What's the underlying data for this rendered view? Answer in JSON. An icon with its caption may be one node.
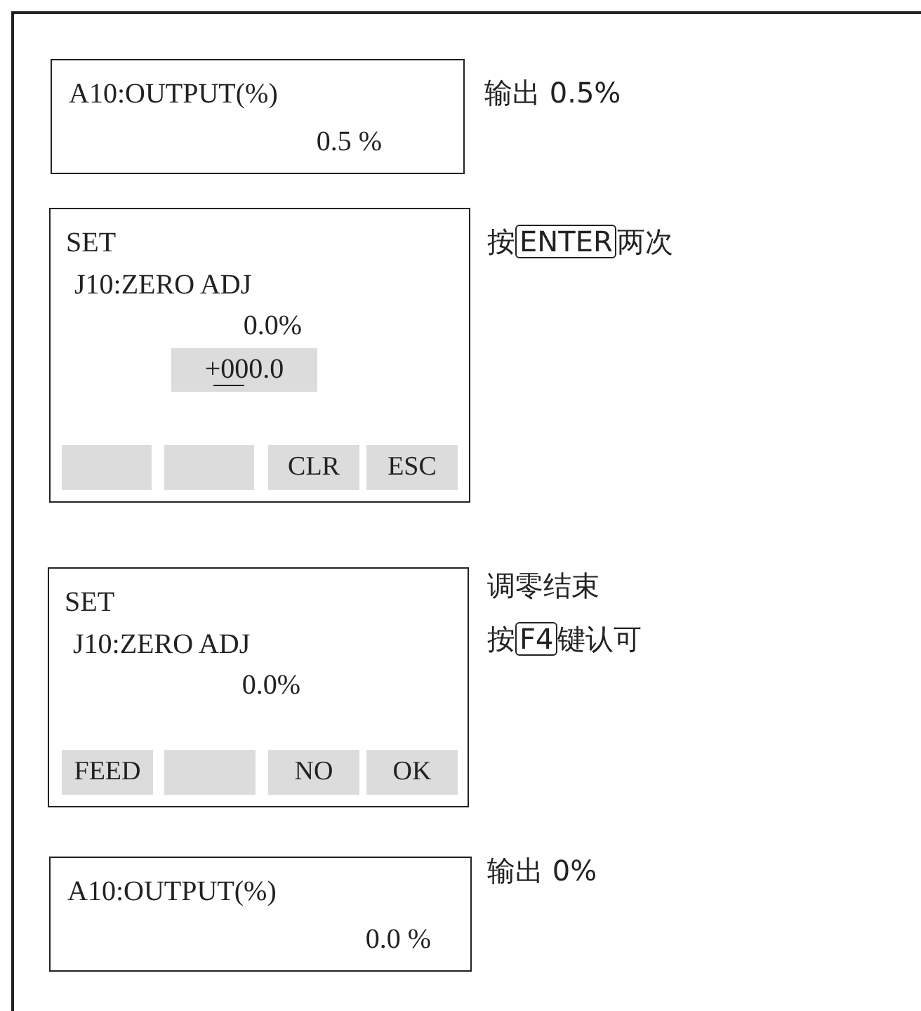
{
  "diagram": {
    "nodes": [
      {
        "text": [
          "A10:OUTPUT(%)",
          "0.5 %"
        ],
        "beside": [
          "输出 0.5%"
        ]
      },
      {
        "text": [
          "SET",
          "J10:ZERO ADJ",
          "0.0%"
        ],
        "beside": [
          "按",
          "ENTER",
          "两次"
        ]
      },
      {
        "text": [
          "+000.0"
        ],
        "in": 1
      },
      {
        "text": [],
        "shape": "box",
        "in": 1
      },
      {
        "text": [],
        "shape": "box",
        "in": 1
      },
      {
        "text": [
          "CLR"
        ],
        "in": 1
      },
      {
        "text": [
          "ESC"
        ],
        "in": 1
      },
      {
        "text": [
          "SET",
          "J10:ZERO ADJ",
          "0.0%"
        ],
        "beside": [
          "调零结束",
          "按",
          "F4",
          "键认可"
        ]
      },
      {
        "text": [
          "FEED"
        ],
        "in": 7
      },
      {
        "text": [],
        "shape": "box",
        "in": 7
      },
      {
        "text": [
          "NO"
        ],
        "in": 7
      },
      {
        "text": [
          "OK"
        ],
        "in": 7
      },
      {
        "text": [
          "A10:OUTPUT(%)",
          "0.0 %"
        ],
        "beside": [
          "输出 0%"
        ]
      }
    ]
  }
}
